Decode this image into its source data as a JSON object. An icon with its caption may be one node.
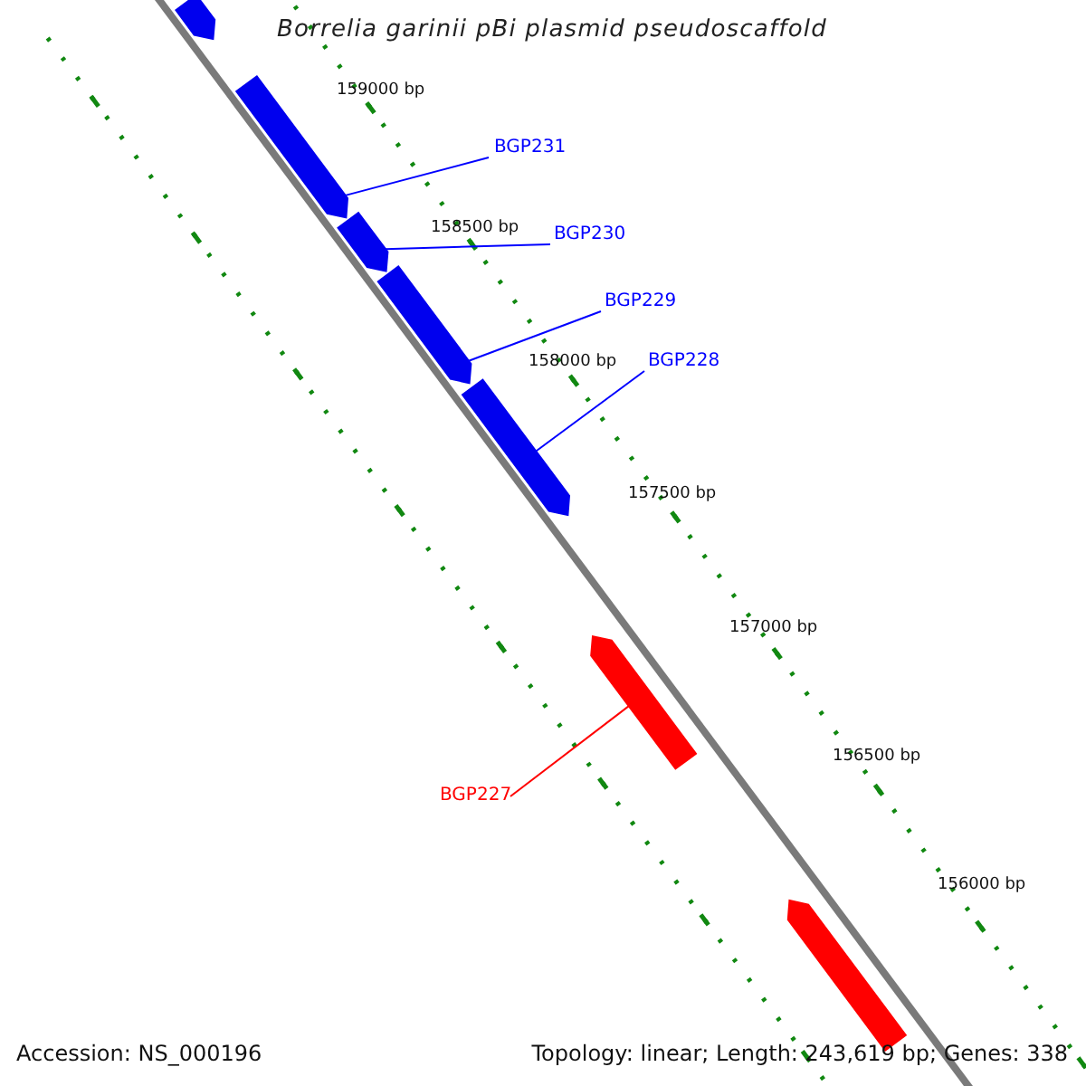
{
  "diagram": {
    "title": "Borrelia garinii pBi plasmid pseudoscaffold",
    "nodes": [
      {
        "text": [],
        "shape": "bar"
      },
      {
        "text": [],
        "shape": "bar"
      },
      {
        "text": [
          "BGP231"
        ]
      },
      {
        "text": [],
        "shape": "bar"
      },
      {
        "text": [
          "BGP230"
        ]
      },
      {
        "text": [],
        "shape": "bar"
      },
      {
        "text": [
          "BGP229"
        ]
      },
      {
        "text": [],
        "shape": "bar"
      },
      {
        "text": [
          "BGP228"
        ]
      },
      {
        "text": [],
        "shape": "bar"
      },
      {
        "text": [
          "BGP227"
        ]
      },
      {
        "text": [],
        "shape": "bar"
      }
    ],
    "edges": [
      {
        "from": 2,
        "to": 1,
        "arrow": "none"
      },
      {
        "from": 4,
        "to": 3,
        "arrow": "none"
      },
      {
        "from": 6,
        "to": 5,
        "arrow": "none"
      },
      {
        "from": 8,
        "to": 7,
        "arrow": "none"
      },
      {
        "from": 10,
        "to": 9,
        "arrow": "none",
        "color": "#ff0000"
      }
    ],
    "labels": [
      "159000 bp",
      "158500 bp",
      "158000 bp",
      "157500 bp",
      "157000 bp",
      "156500 bp",
      "156000 bp",
      "Accession: NS_000196",
      "Topology: linear; Length: 243,619 bp; Genes: 338"
    ]
  }
}
